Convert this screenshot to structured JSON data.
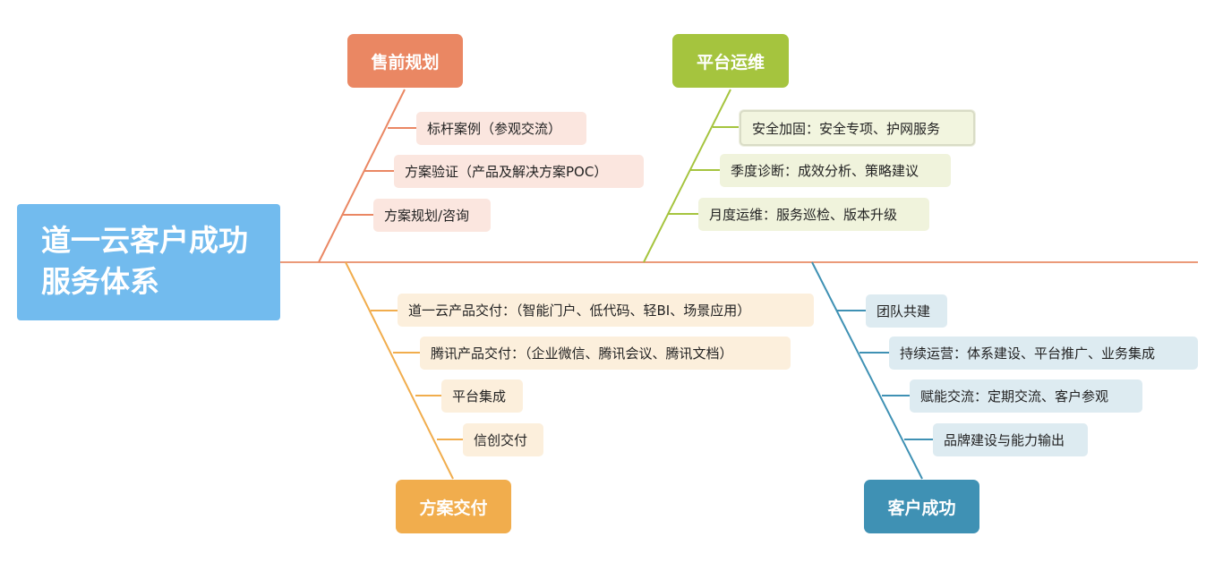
{
  "root": {
    "line1": "道一云客户成功",
    "line2": "服务体系"
  },
  "colors": {
    "root": "#72bbee",
    "presales": "#ea8763",
    "ops": "#a5c43e",
    "delivery": "#f1ad4d",
    "success": "#3f91b4",
    "spine": "#eb9a79"
  },
  "branches": [
    {
      "label": "售前规划",
      "items": [
        "标杆案例（参观交流）",
        "方案验证（产品及解决方案POC）",
        "方案规划/咨询"
      ]
    },
    {
      "label": "平台运维",
      "items": [
        "安全加固：安全专项、护网服务",
        "季度诊断：成效分析、策略建议",
        "月度运维：服务巡检、版本升级"
      ]
    },
    {
      "label": "方案交付",
      "items": [
        "道一云产品交付：（智能门户、低代码、轻BI、场景应用）",
        "腾讯产品交付：（企业微信、腾讯会议、腾讯文档）",
        "平台集成",
        "信创交付"
      ]
    },
    {
      "label": "客户成功",
      "items": [
        "团队共建",
        "持续运营：体系建设、平台推广、业务集成",
        "赋能交流：定期交流、客户参观",
        "品牌建设与能力输出"
      ]
    }
  ]
}
